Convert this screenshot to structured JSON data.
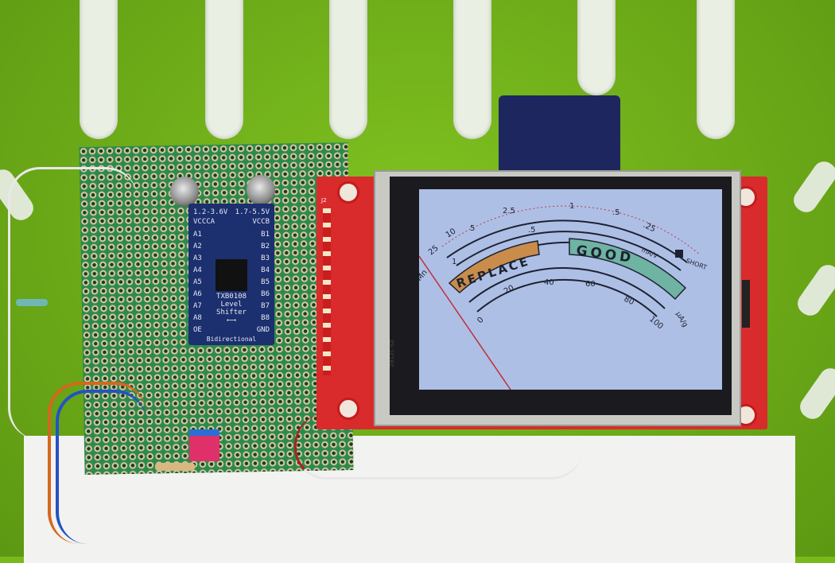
{
  "level_shifter": {
    "v_left": "1.2-3.6V",
    "v_right": "1.7-5.5V",
    "vcc_a": "VCCCA",
    "vcc_b": "VCCB",
    "pins_a": [
      "A1",
      "A2",
      "A3",
      "A4",
      "A5",
      "A6",
      "A7",
      "A8",
      "OE"
    ],
    "pins_b": [
      "B1",
      "B2",
      "B3",
      "B4",
      "B5",
      "B6",
      "B7",
      "B8",
      "GND"
    ],
    "part": "TXB0108",
    "title1": "Level",
    "title2": "Shifter",
    "arrow": "⟵⟶",
    "footer": "Bidirectional"
  },
  "display_board": {
    "edge_label": "2812C-SZ",
    "connector_label": "J2"
  },
  "meter": {
    "left_label": "Mn",
    "top_scale": [
      "25",
      "10",
      "5",
      "2.5",
      "1",
      ".5",
      ".25"
    ],
    "mid_scale": [
      "1",
      ".5"
    ],
    "zone_replace": "REPLACE",
    "zone_good": "GOOD",
    "unit_mid": "mA/V",
    "short_label": "SHORT",
    "bottom_scale": [
      "0",
      "20",
      "40",
      "60",
      "80",
      "100"
    ],
    "unit_bottom": "µA/g",
    "colors": {
      "screen": "#aebfe6",
      "replace": "#c98c4a",
      "good": "#6fb3a3",
      "needle": "#c0303a"
    }
  }
}
